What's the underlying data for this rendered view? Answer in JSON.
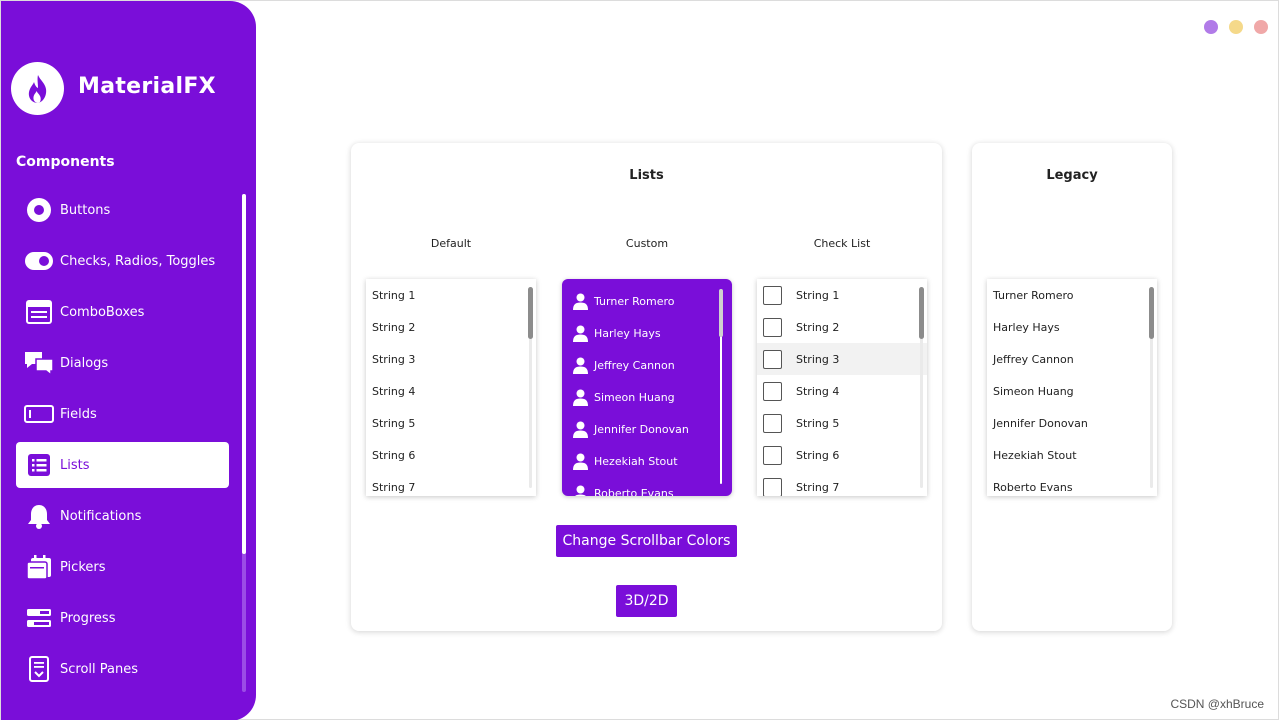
{
  "app": {
    "title": "MaterialFX"
  },
  "sidebar": {
    "section_label": "Components",
    "items": [
      {
        "label": "Buttons",
        "icon": "radio-button-icon"
      },
      {
        "label": "Checks, Radios, Toggles",
        "icon": "toggle-icon"
      },
      {
        "label": "ComboBoxes",
        "icon": "combobox-icon"
      },
      {
        "label": "Dialogs",
        "icon": "chat-bubbles-icon"
      },
      {
        "label": "Fields",
        "icon": "text-field-icon"
      },
      {
        "label": "Lists",
        "icon": "list-icon",
        "active": true
      },
      {
        "label": "Notifications",
        "icon": "bell-icon"
      },
      {
        "label": "Pickers",
        "icon": "calendar-icon"
      },
      {
        "label": "Progress",
        "icon": "progress-icon"
      },
      {
        "label": "Scroll Panes",
        "icon": "scroll-pane-icon"
      }
    ]
  },
  "window_controls": {
    "colors": [
      "#b17be8",
      "#f5d98a",
      "#f0a8a8"
    ]
  },
  "lists_card": {
    "title": "Lists",
    "default_label": "Default",
    "custom_label": "Custom",
    "check_label": "Check List",
    "default_items": [
      "String 1",
      "String 2",
      "String 3",
      "String 4",
      "String 5",
      "String 6",
      "String 7"
    ],
    "custom_items": [
      "Turner Romero",
      "Harley Hays",
      "Jeffrey Cannon",
      "Simeon Huang",
      "Jennifer Donovan",
      "Hezekiah Stout",
      "Roberto Evans"
    ],
    "check_items": [
      "String 1",
      "String 2",
      "String 3",
      "String 4",
      "String 5",
      "String 6",
      "String 7"
    ],
    "check_highlighted_index": 2,
    "change_colors_button": "Change Scrollbar Colors",
    "toggle_3d_button": "3D/2D"
  },
  "legacy_card": {
    "title": "Legacy",
    "items": [
      "Turner Romero",
      "Harley Hays",
      "Jeffrey Cannon",
      "Simeon Huang",
      "Jennifer Donovan",
      "Hezekiah Stout",
      "Roberto Evans"
    ]
  },
  "watermark": "CSDN @xhBruce",
  "colors": {
    "accent": "#7a0ed9"
  }
}
